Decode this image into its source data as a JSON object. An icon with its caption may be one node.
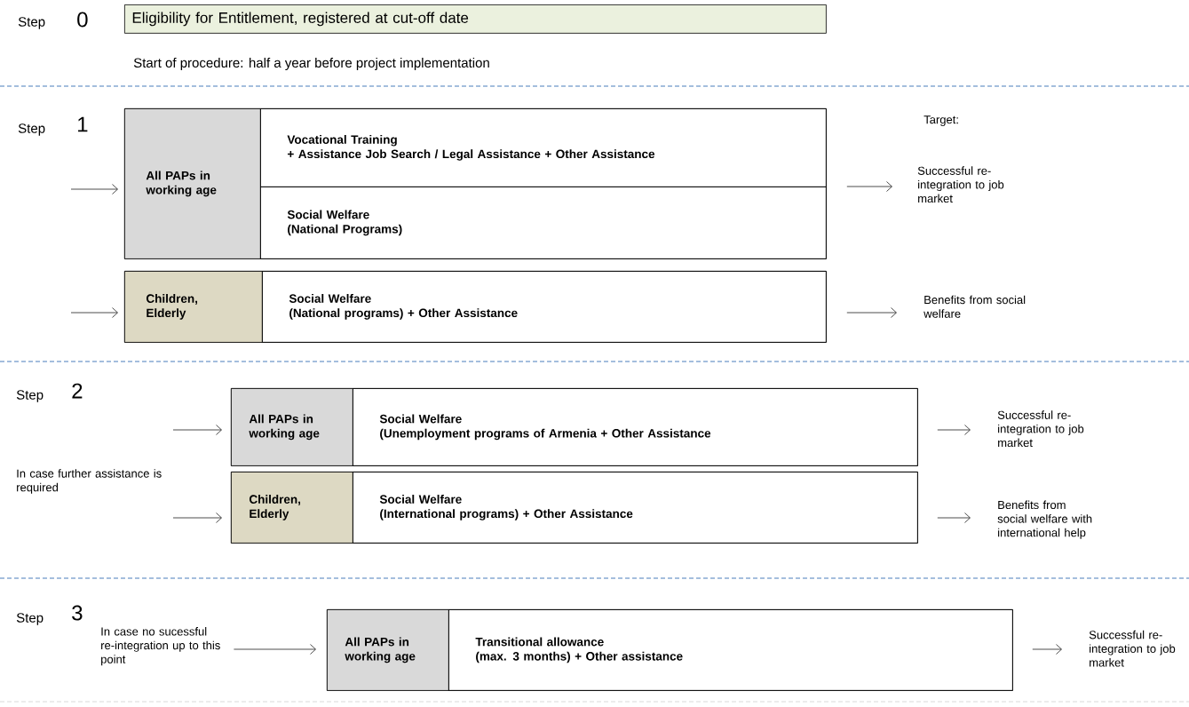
{
  "diagram": {
    "nodes": [
      {
        "text": [
          "Eligibility for Entitlement, registered at cut-off date"
        ]
      },
      {
        "text": [],
        "shape": "box"
      },
      {
        "text": [
          "All PAPs in working age"
        ],
        "in": 1
      },
      {
        "text": [
          "Vocational Training",
          "+ Assistance Job Search / Legal Assistance + Other Assistance"
        ],
        "in": 1
      },
      {
        "text": [
          "Social Welfare",
          "(National Programs)"
        ],
        "in": 1
      },
      {
        "text": [
          "Successful re-integration to job market"
        ]
      },
      {
        "text": [],
        "shape": "box"
      },
      {
        "text": [
          "Children, Elderly"
        ],
        "in": 6
      },
      {
        "text": [
          "Social Welfare",
          "(National programs) + Other Assistance"
        ],
        "in": 6
      },
      {
        "text": [
          "Benefits from social welfare"
        ]
      },
      {
        "text": [],
        "shape": "box"
      },
      {
        "text": [
          "All PAPs in working age"
        ],
        "in": 10
      },
      {
        "text": [
          "Social Welfare",
          "(Unemployment programs of Armenia + Other Assistance"
        ],
        "in": 10
      },
      {
        "text": [
          "Successful re-integration to job market"
        ]
      },
      {
        "text": [],
        "shape": "box"
      },
      {
        "text": [
          "Children, Elderly"
        ],
        "in": 14
      },
      {
        "text": [
          "Social Welfare",
          "(International programs) + Other Assistance"
        ],
        "in": 14
      },
      {
        "text": [
          "Benefits from social welfare with international help"
        ]
      },
      {
        "text": [
          "In case no sucessful re-integration up to this point"
        ]
      },
      {
        "text": [],
        "shape": "box"
      },
      {
        "text": [
          "All PAPs in working age"
        ],
        "in": 19
      },
      {
        "text": [
          "Transitional allowance",
          "(max. 3 months) + Other assistance"
        ],
        "in": 19
      },
      {
        "text": [
          "Successful re-integration to job market"
        ]
      }
    ],
    "edges": [
      {
        "from": null,
        "to": 1,
        "arrow": "to"
      },
      {
        "from": 1,
        "to": 5,
        "arrow": "to"
      },
      {
        "from": null,
        "to": 6,
        "arrow": "to"
      },
      {
        "from": 6,
        "to": 9,
        "arrow": "to"
      },
      {
        "from": null,
        "to": 10,
        "arrow": "to"
      },
      {
        "from": 10,
        "to": 13,
        "arrow": "to"
      },
      {
        "from": null,
        "to": 14,
        "arrow": "to"
      },
      {
        "from": 14,
        "to": 17,
        "arrow": "to"
      },
      {
        "from": 18,
        "to": 19,
        "arrow": "to"
      },
      {
        "from": 19,
        "to": 22,
        "arrow": "to"
      }
    ],
    "labels": [
      "Step",
      "0",
      "Start of procedure: half a year before project implementation",
      "Step",
      "1",
      "Target:",
      "Step",
      "2",
      "In case further assistance is required",
      "Step",
      "3"
    ]
  }
}
